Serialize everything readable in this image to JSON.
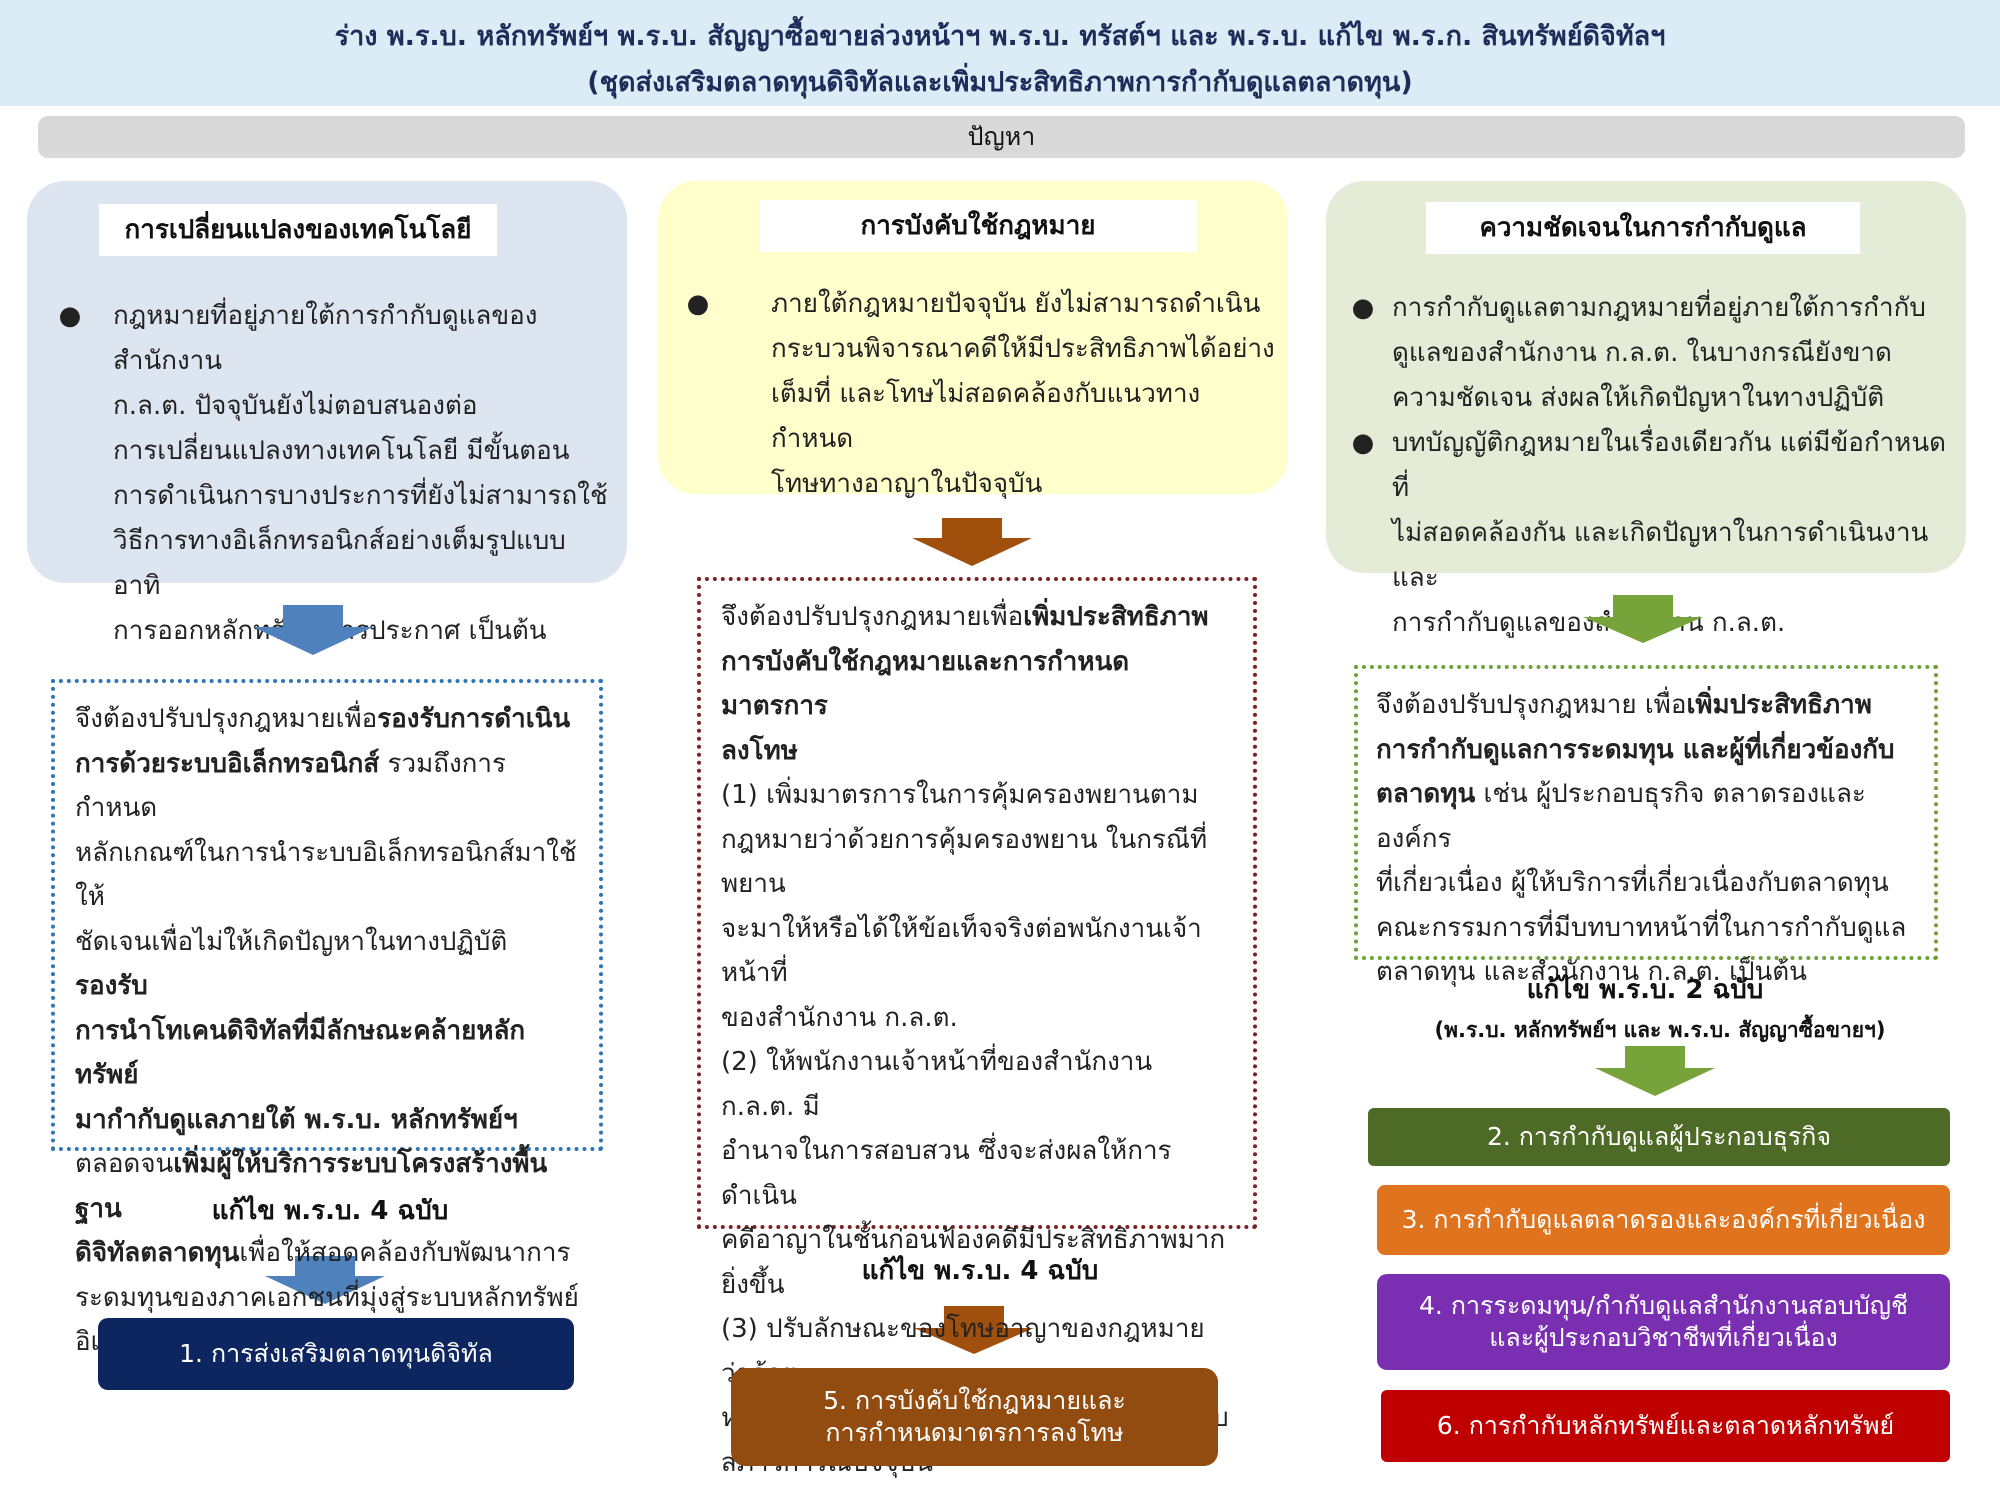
{
  "header": {
    "line1": "ร่าง พ.ร.บ. หลักทรัพย์ฯ พ.ร.บ. สัญญาซื้อขายล่วงหน้าฯ พ.ร.บ. ทรัสต์ฯ และ พ.ร.บ. แก้ไข พ.ร.ก. สินทรัพย์ดิจิทัลฯ",
    "line2": "(ชุดส่งเสริมตลาดทุนดิจิทัลและเพิ่มประสิทธิภาพการกำกับดูแลตลาดทุน)"
  },
  "problem_label": "ปัญหา",
  "colors": {
    "header_bg": "#dcecf6",
    "tech_panel": "#dde6f0",
    "law_panel": "#ffffcc",
    "reg_panel": "#e4ecd8",
    "arrow_blue": "#4f81bd",
    "arrow_brown": "#a14f0c",
    "arrow_green": "#77a33b"
  },
  "panels": {
    "tech": {
      "title": "การเปลี่ยนแปลงของเทคโนโลยี",
      "bullets": [
        {
          "lines": [
            "กฎหมายที่อยู่ภายใต้การกำกับดูแลของสำนักงาน",
            "ก.ล.ต. ปัจจุบันยังไม่ตอบสนองต่อ",
            "การเปลี่ยนแปลงทางเทคโนโลยี มีขั้นตอน",
            "การดำเนินการบางประการที่ยังไม่สามารถใช้",
            "วิธีการทางอิเล็กทรอนิกส์อย่างเต็มรูปแบบ อาทิ",
            "การออกหลักทรัพย์ การประกาศ เป็นต้น"
          ]
        }
      ]
    },
    "law": {
      "title": "การบังคับใช้กฎหมาย",
      "bullets": [
        {
          "lines": [
            "ภายใต้กฎหมายปัจจุบัน ยังไม่สามารถดำเนิน",
            "กระบวนพิจารณาคดีให้มีประสิทธิภาพได้อย่าง",
            "เต็มที่ และโทษไม่สอดคล้องกับแนวทางกำหนด",
            "โทษทางอาญาในปัจจุบัน"
          ]
        }
      ]
    },
    "reg": {
      "title": "ความชัดเจนในการกำกับดูแล",
      "bullets": [
        {
          "lines": [
            "การกำกับดูแลตามกฎหมายที่อยู่ภายใต้การกำกับ",
            "ดูแลของสำนักงาน ก.ล.ต. ในบางกรณียังขาด",
            "ความชัดเจน ส่งผลให้เกิดปัญหาในทางปฏิบัติ"
          ]
        },
        {
          "lines": [
            "บทบัญญัติกฎหมายในเรื่องเดียวกัน แต่มีข้อกำหนดที่",
            "ไม่สอดคล้องกัน และเกิดปัญหาในการดำเนินงานและ",
            "การกำกับดูแลของสำนักงาน ก.ล.ต."
          ]
        }
      ]
    }
  },
  "solutions": {
    "tech": {
      "lines": [
        [
          {
            "t": "จึงต้องปรับปรุงกฎหมายเพื่อ",
            "b": false
          },
          {
            "t": "รองรับการดำเนิน",
            "b": true
          }
        ],
        [
          {
            "t": "การด้วยระบบอิเล็กทรอนิกส์",
            "b": true
          },
          {
            "t": " รวมถึงการกำหนด",
            "b": false
          }
        ],
        [
          {
            "t": "หลักเกณฑ์ในการนำระบบอิเล็กทรอนิกส์มาใช้ให้",
            "b": false
          }
        ],
        [
          {
            "t": "ชัดเจนเพื่อไม่ให้เกิดปัญหาในทางปฏิบัติ ",
            "b": false
          },
          {
            "t": "รองรับ",
            "b": true
          }
        ],
        [
          {
            "t": "การนำโทเคนดิจิทัลที่มีลักษณะคล้ายหลักทรัพย์",
            "b": true
          }
        ],
        [
          {
            "t": "มากำกับดูแลภายใต้ พ.ร.บ. หลักทรัพย์ฯ",
            "b": true
          }
        ],
        [
          {
            "t": "ตลอดจน",
            "b": false
          },
          {
            "t": "เพิ่มผู้ให้บริการระบบโครงสร้างพื้นฐาน",
            "b": true
          }
        ],
        [
          {
            "t": "ดิจิทัลตลาดทุน",
            "b": true
          },
          {
            "t": "เพื่อให้สอดคล้องกับพัฒนาการ",
            "b": false
          }
        ],
        [
          {
            "t": "ระดมทุนของภาคเอกชนที่มุ่งสู่ระบบหลักทรัพย์",
            "b": false
          }
        ],
        [
          {
            "t": "อิเล็กทรอนิกส์",
            "b": false
          }
        ]
      ]
    },
    "law": {
      "lines": [
        [
          {
            "t": "จึงต้องปรับปรุงกฎหมายเพื่อ",
            "b": false
          },
          {
            "t": "เพิ่มประสิทธิภาพ",
            "b": true
          }
        ],
        [
          {
            "t": "การบังคับใช้กฎหมายและการกำหนดมาตรการ",
            "b": true
          }
        ],
        [
          {
            "t": "ลงโทษ",
            "b": true
          }
        ],
        [
          {
            "t": "(1) เพิ่มมาตรการในการคุ้มครองพยานตาม",
            "b": false
          }
        ],
        [
          {
            "t": "กฎหมายว่าด้วยการคุ้มครองพยาน ในกรณีที่พยาน",
            "b": false
          }
        ],
        [
          {
            "t": "จะมาให้หรือได้ให้ข้อเท็จจริงต่อพนักงานเจ้าหน้าที่",
            "b": false
          }
        ],
        [
          {
            "t": "ของสำนักงาน ก.ล.ต.",
            "b": false
          }
        ],
        [
          {
            "t": "(2) ให้พนักงานเจ้าหน้าที่ของสำนักงาน ก.ล.ต. มี",
            "b": false
          }
        ],
        [
          {
            "t": "อำนาจในการสอบสวน ซึ่งจะส่งผลให้การดำเนิน",
            "b": false
          }
        ],
        [
          {
            "t": "คดีอาญาในชั้นก่อนฟ้องคดีมีประสิทธิภาพมาก",
            "b": false
          }
        ],
        [
          {
            "t": "ยิ่งขึ้น",
            "b": false
          }
        ],
        [
          {
            "t": "(3) ปรับลักษณะของโทษอาญาของกฎหมายว่าด้วย",
            "b": false
          }
        ],
        [
          {
            "t": "หลักทรัพย์และตลาดหลักทรัพย์ให้สอดคล้องกับ",
            "b": false
          }
        ],
        [
          {
            "t": "สภาวการณ์ปัจจุบัน",
            "b": false
          }
        ]
      ]
    },
    "reg": {
      "lines": [
        [
          {
            "t": "จึงต้องปรับปรุงกฎหมาย เพื่อ",
            "b": false
          },
          {
            "t": "เพิ่มประสิทธิภาพ",
            "b": true
          }
        ],
        [
          {
            "t": "การกำกับดูแลการระดมทุน และผู้ที่เกี่ยวข้องกับ",
            "b": true
          }
        ],
        [
          {
            "t": "ตลาดทุน",
            "b": true
          },
          {
            "t": " เช่น ผู้ประกอบธุรกิจ ตลาดรองและองค์กร",
            "b": false
          }
        ],
        [
          {
            "t": "ที่เกี่ยวเนื่อง ผู้ให้บริการที่เกี่ยวเนื่องกับตลาดทุน",
            "b": false
          }
        ],
        [
          {
            "t": "คณะกรรมการที่มีบทบาทหน้าที่ในการกำกับดูแล",
            "b": false
          }
        ],
        [
          {
            "t": "ตลาดทุน และสำนักงาน ก.ล.ต. เป็นต้น",
            "b": false
          }
        ]
      ]
    }
  },
  "amendments": {
    "tech": "แก้ไข พ.ร.บ. 4 ฉบับ",
    "law": "แก้ไข พ.ร.บ. 4 ฉบับ",
    "reg": "แก้ไข พ.ร.บ. 2 ฉบับ",
    "reg_sub": "(พ.ร.บ. หลักทรัพย์ฯ และ พ.ร.บ. สัญญาซื้อขายฯ)"
  },
  "outcomes": {
    "o1": "1. การส่งเสริมตลาดทุนดิจิทัล",
    "o2": "2. การกำกับดูแลผู้ประกอบธุรกิจ",
    "o3": "3. การกำกับดูแลตลาดรองและองค์กรที่เกี่ยวเนื่อง",
    "o4_line1": "4. การระดมทุน/กำกับดูแลสำนักงานสอบบัญชี",
    "o4_line2": "และผู้ประกอบวิชาชีพที่เกี่ยวเนื่อง",
    "o5_line1": "5. การบังคับใช้กฎหมายและ",
    "o5_line2": "การกำหนดมาตรการลงโทษ",
    "o6": "6. การกำกับหลักทรัพย์และตลาดหลักทรัพย์"
  }
}
